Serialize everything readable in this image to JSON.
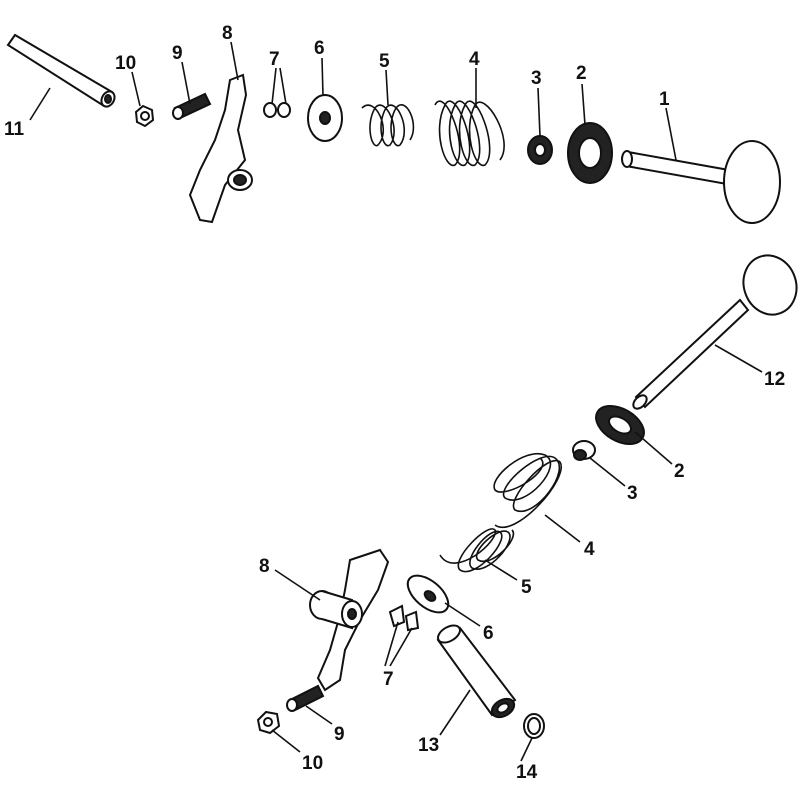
{
  "diagram": {
    "type": "exploded parts diagram",
    "upper_assembly_labels": [
      "11",
      "10",
      "9",
      "8",
      "7",
      "6",
      "5",
      "4",
      "3",
      "2",
      "1"
    ],
    "lower_assembly_labels": [
      "12",
      "2",
      "3",
      "4",
      "5",
      "6",
      "7",
      "8",
      "9",
      "10",
      "13",
      "14"
    ]
  }
}
